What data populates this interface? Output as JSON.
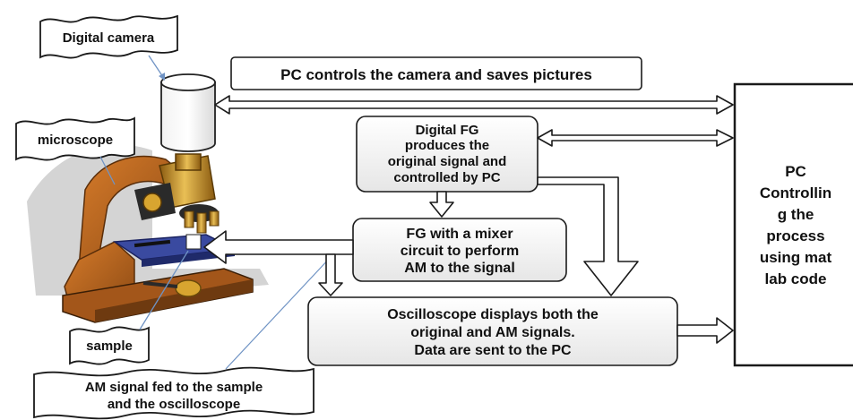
{
  "labels": {
    "digital_camera": "Digital camera",
    "microscope": "microscope",
    "sample": "sample",
    "am_signal_line1": "AM signal fed to the sample",
    "am_signal_line2": "and the oscilloscope"
  },
  "boxes": {
    "pc_controls": "PC controls the camera and saves pictures",
    "digital_fg": [
      "Digital FG",
      "produces the",
      "original signal and",
      "controlled by PC"
    ],
    "fg_mixer": [
      "FG with a mixer",
      "circuit to perform",
      "AM to the signal"
    ],
    "oscilloscope": [
      "Oscilloscope displays both the",
      "original and AM signals.",
      "Data are sent to the PC"
    ],
    "pc": [
      "PC",
      "Controllin",
      "g the",
      "process",
      "using mat",
      "lab code"
    ]
  },
  "colors": {
    "box_border": "#1a1a1a",
    "arrow_fill": "#ffffff",
    "leader_line": "#6f93c4",
    "microscope_body": "#b8651e",
    "microscope_dark": "#2a2a2a",
    "brass": "#d8a530",
    "stage_blue": "#2f3c8c"
  }
}
